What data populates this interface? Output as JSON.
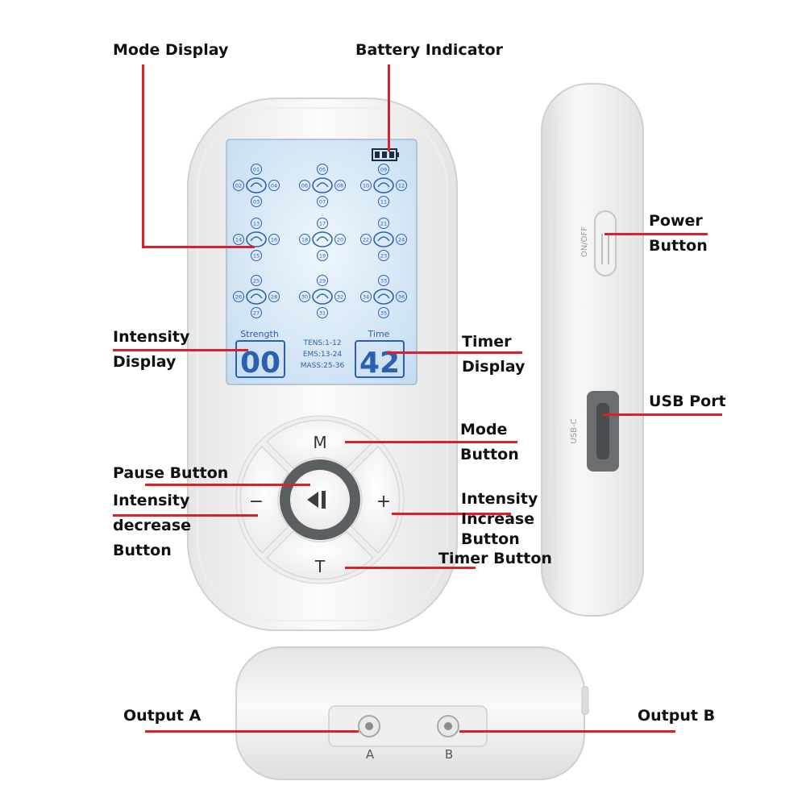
{
  "colors": {
    "leader_line": "#d9212c",
    "label_text": "#111111",
    "lcd_background": "#d6e8f6",
    "lcd_ink": "#2d5fb1",
    "device_body": "#f3f3f3",
    "button_ring": "#555a5c",
    "usb_port": "#6a6e70"
  },
  "callouts": {
    "mode_display": "Mode Display",
    "battery_indicator": "Battery Indicator",
    "power_button": [
      "Power",
      "Button"
    ],
    "intensity_display": [
      "Intensity",
      "Display"
    ],
    "timer_display": [
      "Timer",
      "Display"
    ],
    "usb_port": "USB Port",
    "mode_button": [
      "Mode",
      "Button"
    ],
    "pause_button": "Pause Button",
    "intensity_decrease_button": [
      "Intensity",
      "decrease",
      "Button"
    ],
    "intensity_increase_button": [
      "Intensity",
      "Increase",
      "Button"
    ],
    "timer_button": "Timer Button",
    "output_a": "Output A",
    "output_b": "Output B"
  },
  "lcd": {
    "strength_label": "Strength",
    "strength_value": "00",
    "time_label": "Time",
    "time_value": "42",
    "mode_ranges": [
      "TENS:1-12",
      "EMS:13-24",
      "MASS:25-36"
    ],
    "mode_numbers": [
      "01",
      "02",
      "03",
      "04",
      "05",
      "06",
      "07",
      "08",
      "09",
      "10",
      "11",
      "12",
      "13",
      "14",
      "15",
      "16",
      "17",
      "18",
      "19",
      "20",
      "21",
      "22",
      "23",
      "24",
      "25",
      "26",
      "27",
      "28",
      "29",
      "30",
      "31",
      "32",
      "33",
      "34",
      "35",
      "36"
    ]
  },
  "keypad": {
    "mode_key": "M",
    "timer_key": "T",
    "minus_key": "−",
    "plus_key": "+",
    "pause_icon": "play-pause-icon"
  },
  "side_view": {
    "switch_label": "ON/OFF",
    "port_label": "USB-C"
  },
  "bottom_view": {
    "jack_a": "A",
    "jack_b": "B"
  }
}
